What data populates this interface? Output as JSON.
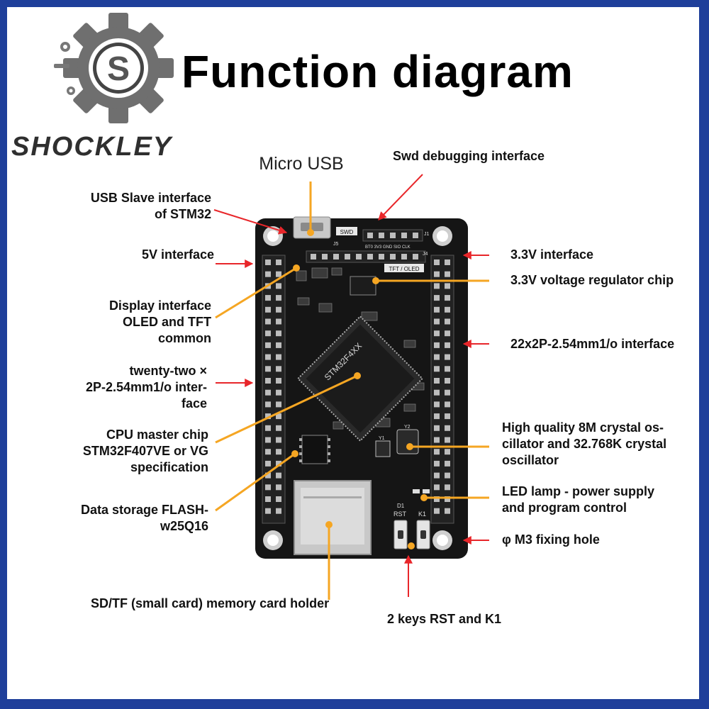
{
  "title": "Function diagram",
  "brand": {
    "name": "SHOCKLEY",
    "logo_letter": "S",
    "logo_icon": "gear-icon"
  },
  "colors": {
    "frame": "#1f3f9a",
    "board": "#151515",
    "arrow_red": "#e8262a",
    "arrow_orange": "#f5a623"
  },
  "board": {
    "chip_label": "STM32F4XX",
    "swd_label": "SWD",
    "tft_label": "TFT / OLED",
    "swd_pins": "BT0  3V3  GND  SIO  CLK",
    "j1": "J1",
    "j4": "J4",
    "j5": "J5",
    "rst_label": "RST",
    "k1_label": "K1",
    "d1_label": "D1",
    "y1_label": "Y1",
    "y2_label": "Y2"
  },
  "labels": {
    "micro_usb": "Micro USB",
    "swd": "Swd debugging interface",
    "usb_slave_1": "USB Slave interface",
    "usb_slave_2": "of STM32",
    "v5": "5V interface",
    "display_1": "Display interface",
    "display_2": "OLED and TFT",
    "display_3": "common",
    "twentytwo_1": "twenty-two ×",
    "twentytwo_2": "2P-2.54mm1/o inter-",
    "twentytwo_3": "face",
    "cpu_1": "CPU master chip",
    "cpu_2": "STM32F407VE or VG",
    "cpu_3": "specification",
    "flash_1": "Data storage FLASH-",
    "flash_2": "w25Q16",
    "sd": "SD/TF (small card) memory card holder",
    "keys": "2 keys RST and K1",
    "v33": "3.3V interface",
    "regulator": "3.3V voltage regulator chip",
    "header22": "22x2P-2.54mm1/o interface",
    "crystal_1": "High quality 8M crystal os-",
    "crystal_2": "cillator and 32.768K crystal",
    "crystal_3": "oscillator",
    "led_1": "LED lamp - power supply",
    "led_2": "and program control",
    "hole": "φ M3 fixing hole"
  }
}
